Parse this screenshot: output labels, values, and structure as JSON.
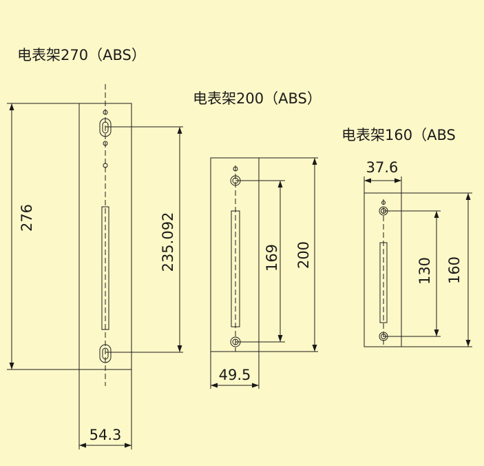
{
  "colors": {
    "background": "#fdf8c8",
    "line": "#1a1a1a"
  },
  "brackets": [
    {
      "title": "电表架270（ABS）",
      "height_label": "276",
      "hole_spacing_label": "235.092",
      "width_label": "54.3"
    },
    {
      "title": "电表架200（ABS）",
      "hole_spacing_label": "169",
      "height_label": "200",
      "width_label": "49.5"
    },
    {
      "title": "电表架160（ABS",
      "width_label": "37.6",
      "hole_spacing_label": "130",
      "height_label": "160"
    }
  ]
}
